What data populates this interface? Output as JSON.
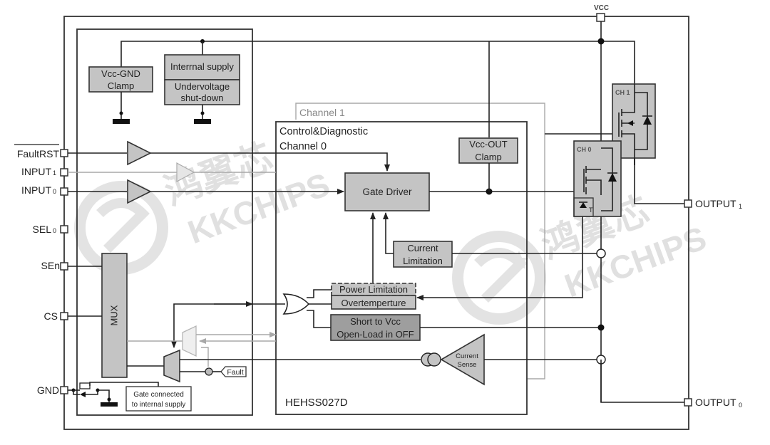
{
  "diagram": {
    "part_number": "HEHSS027D",
    "pins_left": [
      {
        "id": "fault_rst",
        "label": "FaultRST",
        "overline": true
      },
      {
        "id": "input1",
        "label": "INPUT",
        "sub": "1"
      },
      {
        "id": "input0",
        "label": "INPUT",
        "sub": "0"
      },
      {
        "id": "sel0",
        "label": "SEL",
        "sub": "0"
      },
      {
        "id": "sen",
        "label": "SEn"
      },
      {
        "id": "cs",
        "label": "CS"
      },
      {
        "id": "gnd",
        "label": "GND"
      }
    ],
    "pins_right": [
      {
        "id": "output1",
        "label": "OUTPUT",
        "sub": "1"
      },
      {
        "id": "output0",
        "label": "OUTPUT",
        "sub": "0"
      }
    ],
    "pin_top": {
      "id": "vcc",
      "label": "VCC"
    },
    "blocks": {
      "vcc_gnd_clamp": [
        "Vcc-GND",
        "Clamp"
      ],
      "internal_supply": "Interrnal supply",
      "undervoltage": [
        "Undervoltage",
        "shut-down"
      ],
      "mux": "MUX",
      "gate_connected": [
        "Gate connected",
        "to internal supply"
      ],
      "fault_tag": "Fault",
      "channel1_label": "Channel 1",
      "channel0_label": [
        "Control&Diagnostic",
        "Channel 0"
      ],
      "vcc_out_clamp": [
        "Vcc-OUT",
        "Clamp"
      ],
      "gate_driver": "Gate Driver",
      "current_limitation": [
        "Current",
        "Limitation"
      ],
      "power_limitation": "Power Limitation",
      "overtemperature": "Overtemperture",
      "short_to_vcc": [
        "Short to Vcc",
        "Open-Load in OFF"
      ],
      "current_sense": [
        "Current",
        "Sense"
      ],
      "ch1": "CH 1",
      "ch0": "CH 0"
    },
    "watermark": {
      "cn": "鸿翼芯",
      "en": "KKCHIPS"
    }
  }
}
